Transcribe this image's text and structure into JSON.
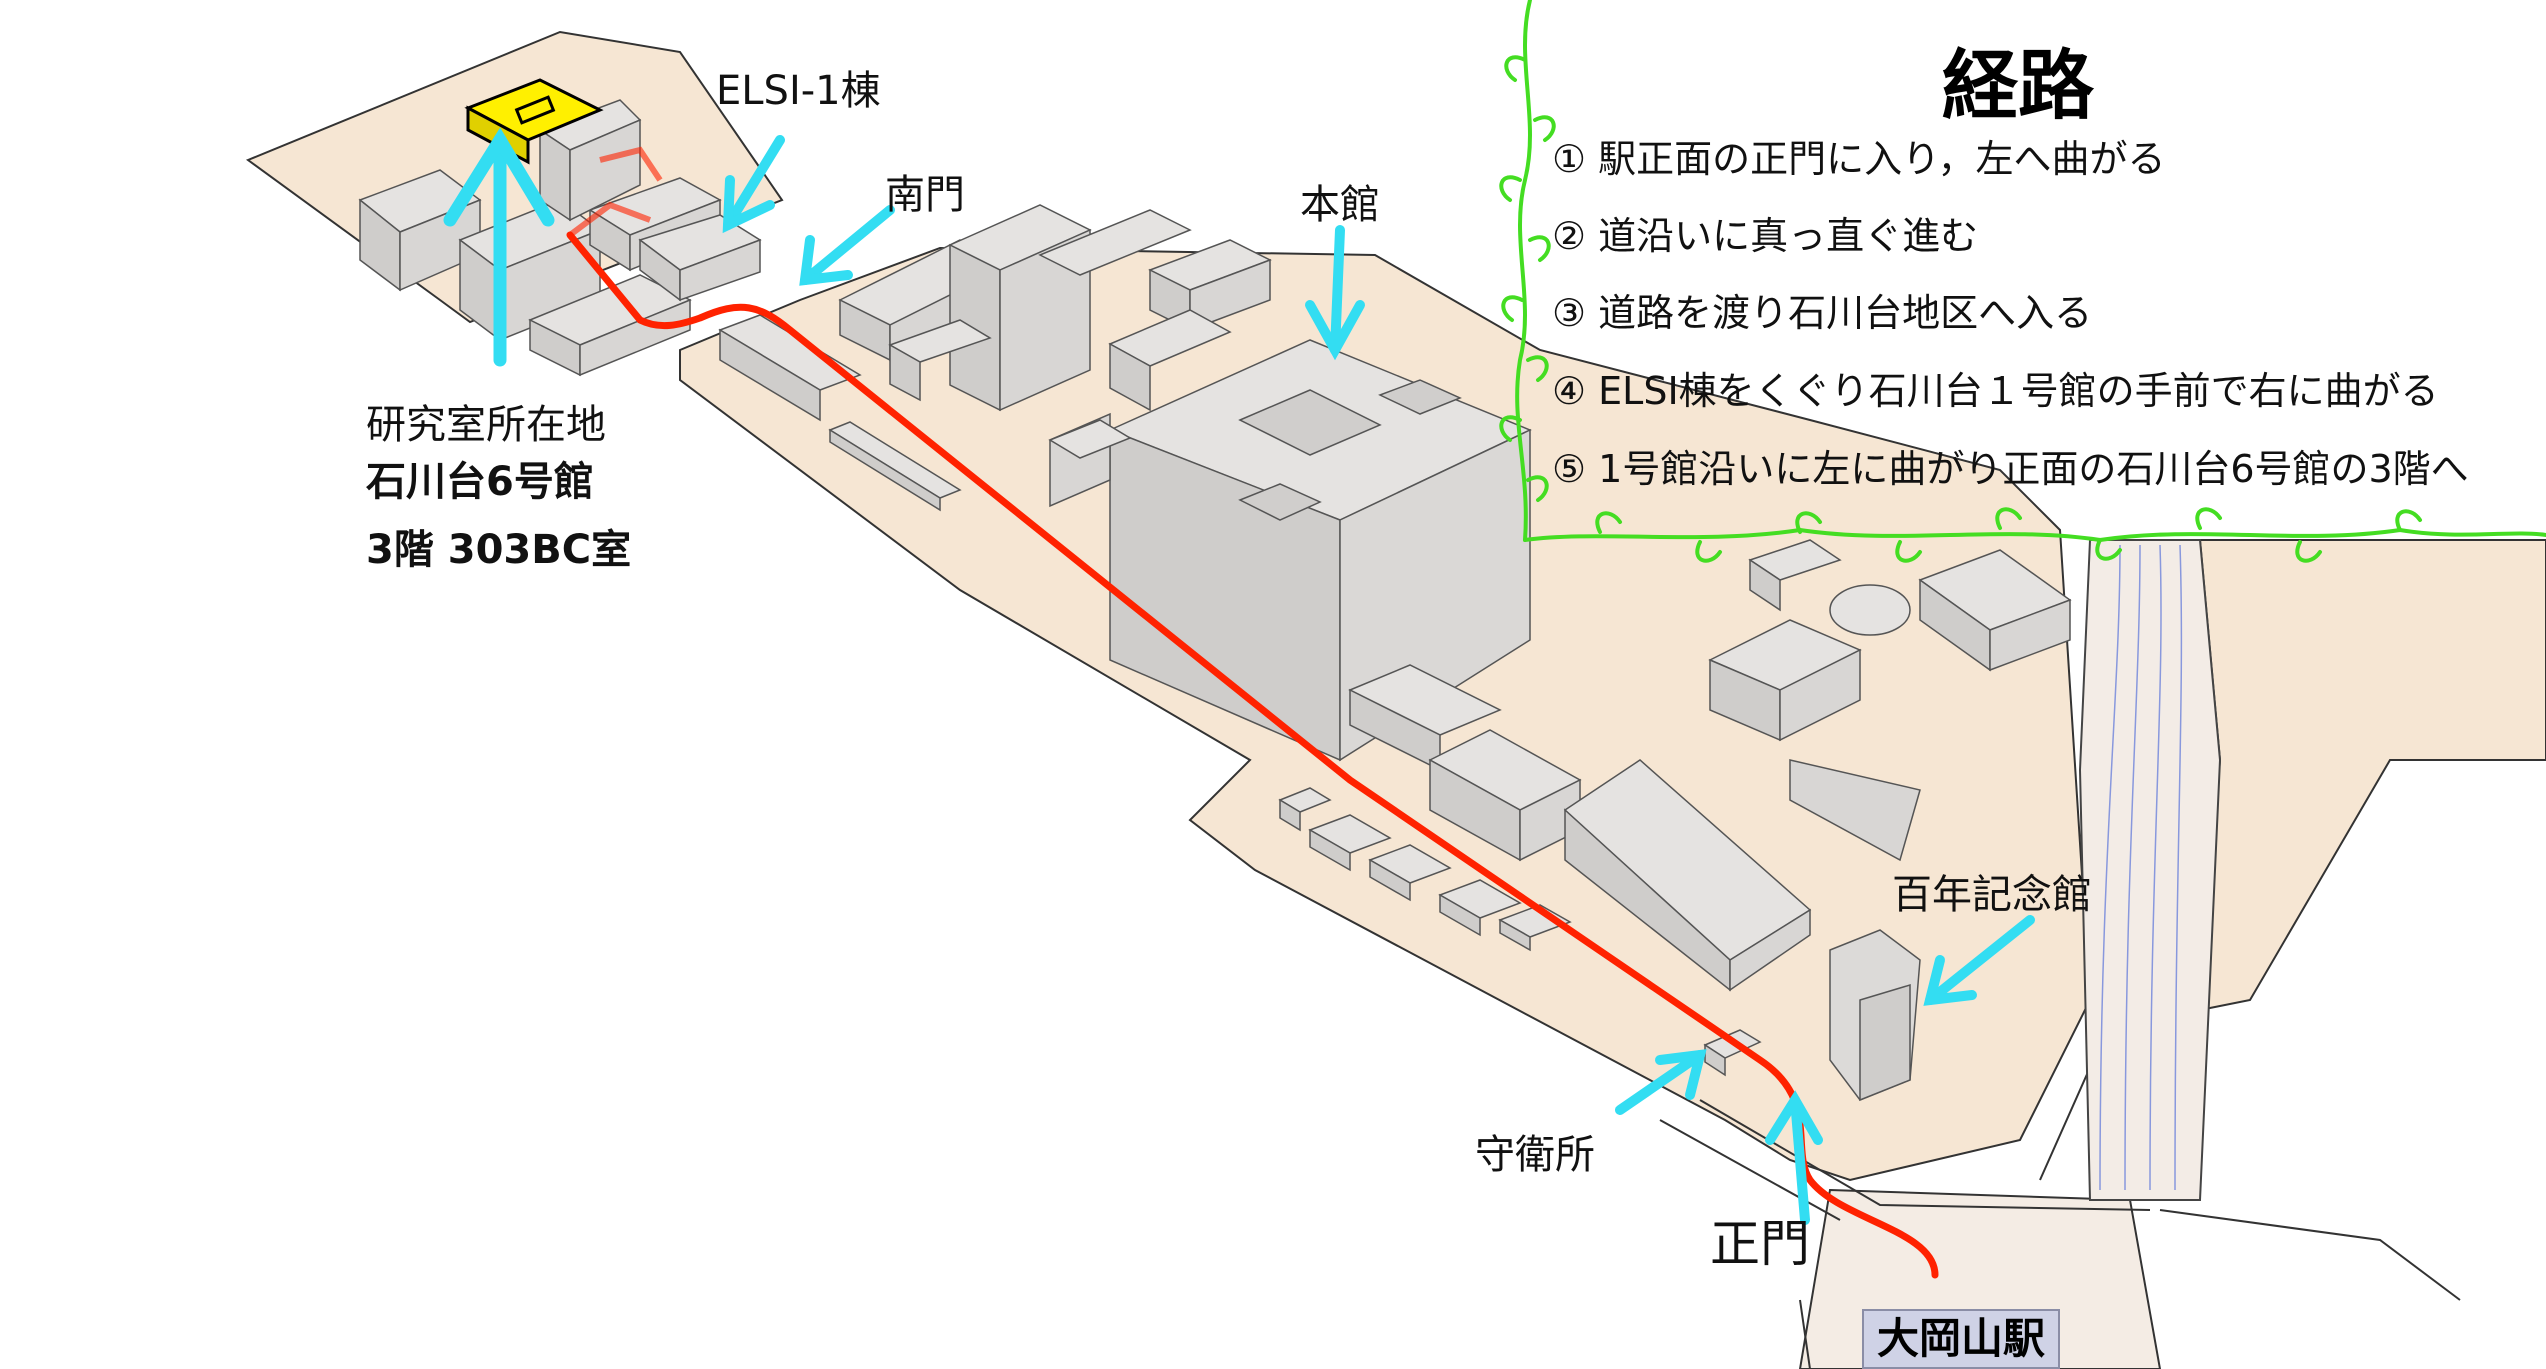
{
  "route": {
    "title": "経路",
    "steps": [
      "① 駅正面の正門に入り，左へ曲がる",
      "② 道沿いに真っ直ぐ進む",
      "③ 道路を渡り石川台地区へ入る",
      "④ ELSI棟をくぐり石川台１号館の手前で右に曲がる",
      "⑤ 1号館沿いに左に曲がり正面の石川台6号館の3階へ"
    ]
  },
  "labels": {
    "lab_line1": "研究室所在地",
    "lab_line2": "石川台6号館",
    "lab_line3": "3階 303BC室",
    "elsi": "ELSI-1棟",
    "south_gate": "南門",
    "main_building": "本館",
    "centennial_hall": "百年記念館",
    "guard_house": "守衛所",
    "main_gate": "正門",
    "station": "大岡山駅"
  },
  "colors": {
    "campus_ground": "#f6e6d3",
    "building": "#e5e3e1",
    "route_line": "#ff2200",
    "arrow": "#33ddf2",
    "vine": "#44dd22",
    "highlight_building": "#fff000",
    "station_box": "#cfd2e6"
  }
}
